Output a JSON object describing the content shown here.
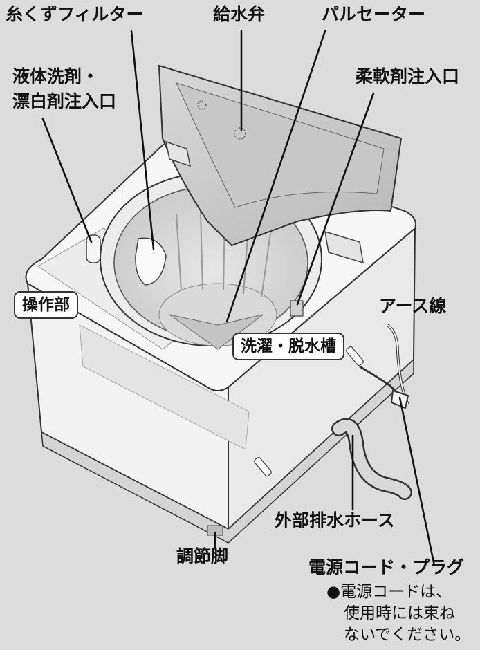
{
  "labels": {
    "lint_filter": "糸くずフィルター",
    "water_valve": "給水弁",
    "pulsator": "パルセーター",
    "detergent_inlet_line1": "液体洗剤・",
    "detergent_inlet_line2": "漂白剤注入口",
    "softener_inlet": "柔軟剤注入口",
    "control_panel": "操作部",
    "wash_tub": "洗濯・脱水槽",
    "ground_wire": "アース線",
    "drain_hose": "外部排水ホース",
    "adjustable_feet": "調節脚",
    "power_cord": "電源コード・プラグ"
  },
  "note": {
    "bullet": "●",
    "line1": "電源コードは、",
    "line2": "使用時には束ね",
    "line3": "ないでください。"
  },
  "colors": {
    "background": "#dcdcdc",
    "body": "#f4f4f4",
    "outline": "#333333",
    "leader": "#111111"
  }
}
